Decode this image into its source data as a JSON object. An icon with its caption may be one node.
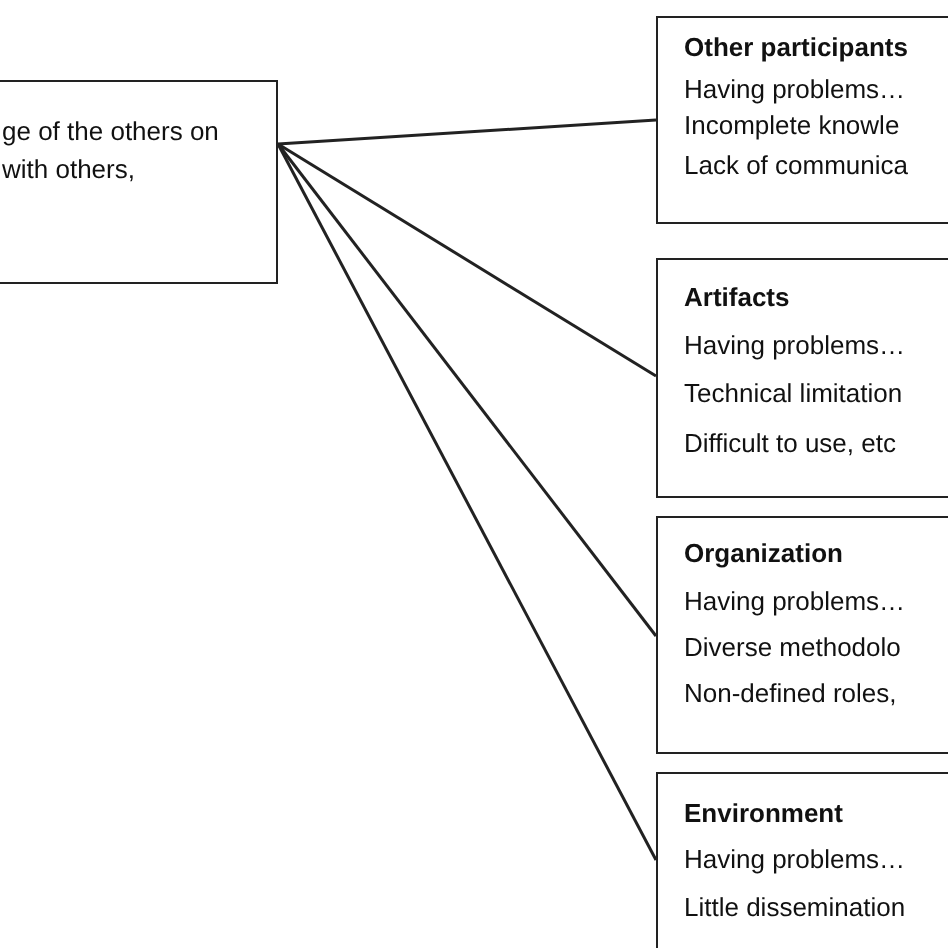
{
  "diagram": {
    "nodes": [
      {
        "text": [
          "ge of the others on with others,"
        ]
      },
      {
        "text": [
          "Other participants",
          "Having problems…",
          "Incomplete knowle",
          "Lack of communica"
        ]
      },
      {
        "text": [
          "Artifacts",
          "Having problems…",
          "Technical limitation",
          "Difficult to use, etc"
        ]
      },
      {
        "text": [
          "Organization",
          "Having problems…",
          "Diverse methodolo",
          "Non-defined roles,"
        ]
      },
      {
        "text": [
          "Environment",
          "Having problems…",
          "Little dissemination"
        ]
      }
    ],
    "edges": [
      {
        "from": 0,
        "to": 1,
        "arrow": "none"
      },
      {
        "from": 0,
        "to": 2,
        "arrow": "none"
      },
      {
        "from": 0,
        "to": 3,
        "arrow": "none"
      },
      {
        "from": 0,
        "to": 4,
        "arrow": "none"
      }
    ]
  }
}
